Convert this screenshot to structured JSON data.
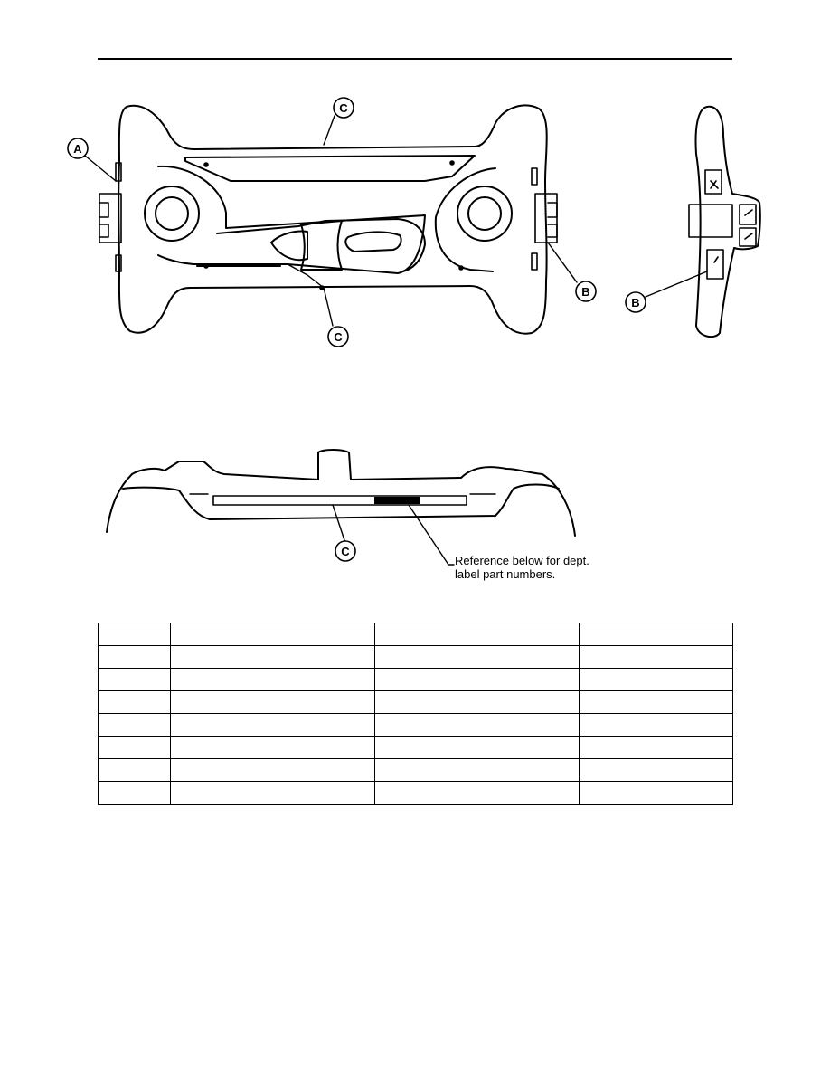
{
  "callouts": {
    "a": "A",
    "b": "B",
    "c": "C"
  },
  "note": {
    "line1": "Reference below for dept.",
    "line2": "label part numbers."
  },
  "table": {
    "columns": 4,
    "rows": [
      [
        "",
        "",
        "",
        ""
      ],
      [
        "",
        "",
        "",
        ""
      ],
      [
        "",
        "",
        "",
        ""
      ],
      [
        "",
        "",
        "",
        ""
      ],
      [
        "",
        "",
        "",
        ""
      ],
      [
        "",
        "",
        "",
        ""
      ],
      [
        "",
        "",
        "",
        ""
      ],
      [
        "",
        "",
        "",
        ""
      ]
    ]
  }
}
